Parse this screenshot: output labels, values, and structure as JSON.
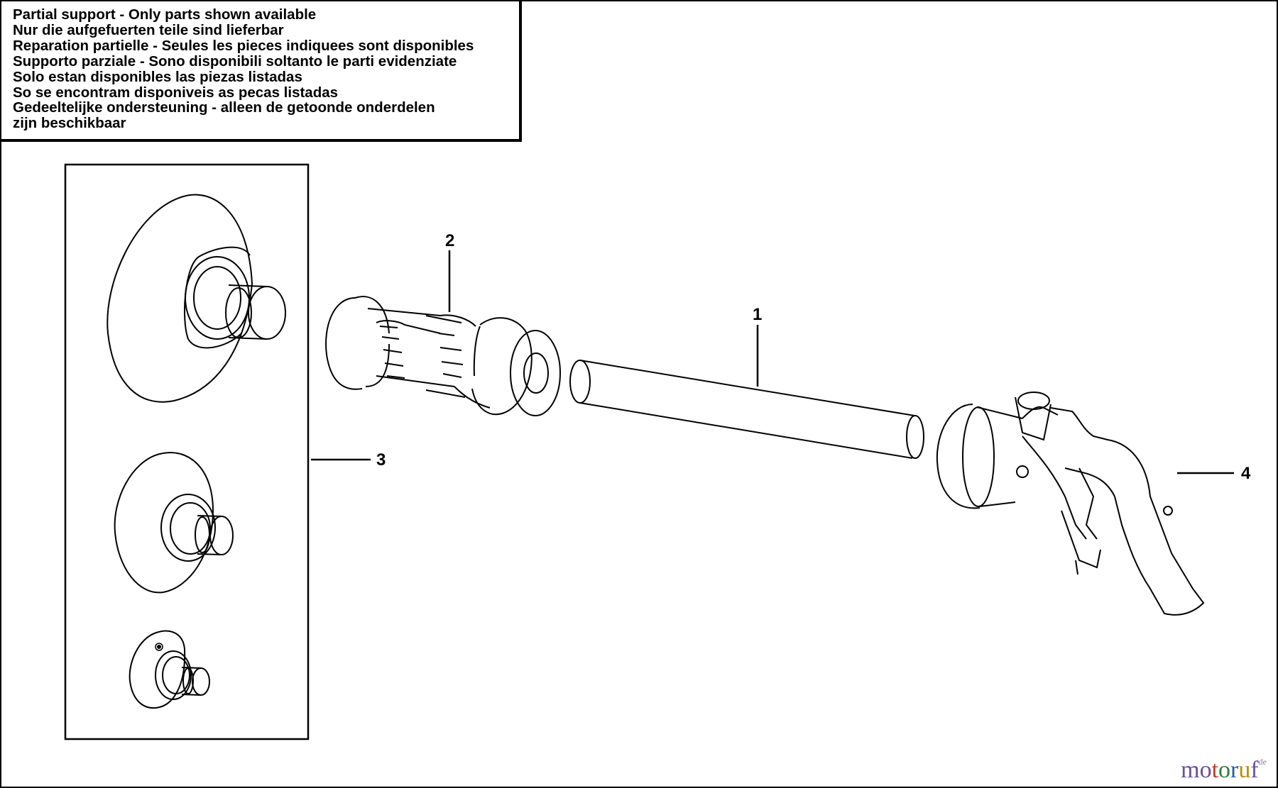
{
  "notice": {
    "lines": [
      "Partial support - Only parts shown available",
      "Nur die aufgefuerten teile sind lieferbar",
      "Reparation partielle - Seules les pieces indiquees sont disponibles",
      "Supporto parziale - Sono disponibili soltanto le parti evidenziate",
      "Solo estan disponibles las piezas listadas",
      "So se encontram disponiveis as pecas listadas",
      "Gedeeltelijke ondersteuning - alleen de getoonde onderdelen",
      "zijn beschikbaar"
    ]
  },
  "callouts": {
    "part1": "1",
    "part2": "2",
    "part3": "3",
    "part4": "4"
  },
  "watermark": {
    "text": "motoruf",
    "letters": [
      "m",
      "o",
      "t",
      "o",
      "r",
      "u",
      "f"
    ],
    "colors": [
      "#6b4fa0",
      "#6b4fa0",
      "#c0392b",
      "#2e7d32",
      "#1e5fae",
      "#c08a00",
      "#6b4fa0"
    ],
    "suffix": "de"
  }
}
